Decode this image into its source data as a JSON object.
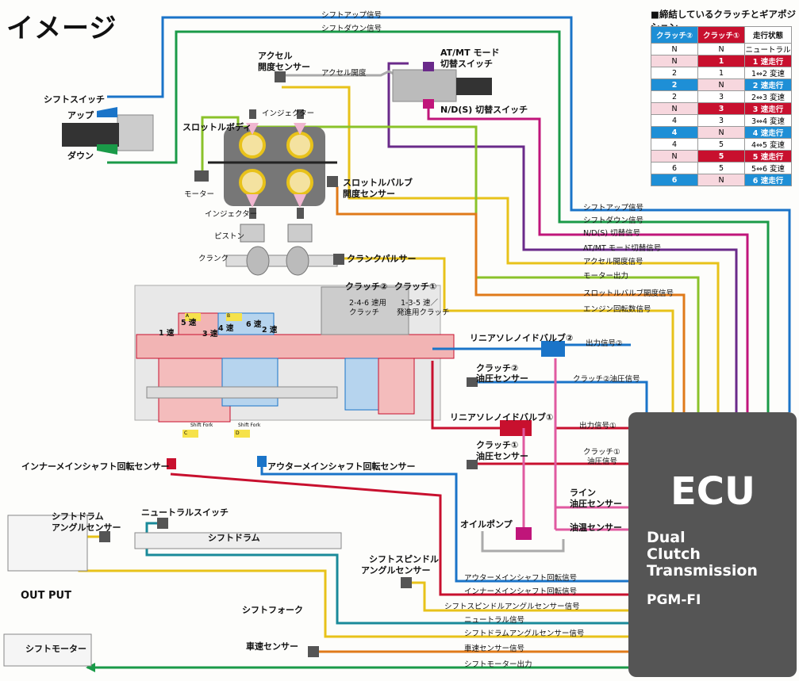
{
  "title": "イメージ",
  "clutch_table": {
    "heading": "■締結しているクラッチとギアポジション",
    "headers": [
      "クラッチ②",
      "クラッチ①",
      "走行状態"
    ],
    "rows": [
      [
        "N",
        "N",
        "ニュートラル"
      ],
      [
        "N",
        "1",
        "1 速走行"
      ],
      [
        "2",
        "1",
        "1⇔2 変速"
      ],
      [
        "2",
        "N",
        "2 速走行"
      ],
      [
        "2",
        "3",
        "2⇔3 変速"
      ],
      [
        "N",
        "3",
        "3 速走行"
      ],
      [
        "4",
        "3",
        "3⇔4 変速"
      ],
      [
        "4",
        "N",
        "4 速走行"
      ],
      [
        "4",
        "5",
        "4⇔5 変速"
      ],
      [
        "N",
        "5",
        "5 速走行"
      ],
      [
        "6",
        "5",
        "5⇔6 変速"
      ],
      [
        "6",
        "N",
        "6 速走行"
      ]
    ]
  },
  "ecu": {
    "title": "ECU",
    "line1": "Dual",
    "line2": "Clutch",
    "line3": "Transmission",
    "sub2": "PGM-FI"
  },
  "components": {
    "shift_switch": "シフトスイッチ",
    "up": "アップ",
    "down": "ダウン",
    "accel_sensor_1": "アクセル",
    "accel_sensor_2": "開度センサー",
    "accel_opening": "アクセル開度",
    "atmt_switch_1": "AT/MT モード",
    "atmt_switch_2": "切替スイッチ",
    "nd_switch": "N/D(S) 切替スイッチ",
    "injector_top": "インジェクター",
    "throttle_body": "スロットルボディ",
    "motor": "モーター",
    "throttle_valve_1": "スロットルバルブ",
    "throttle_valve_2": "開度センサー",
    "injector_bottom": "インジェクター",
    "piston": "ピストン",
    "crank": "クランク",
    "crank_pulser": "クランクパルサー",
    "clutch2": "クラッチ②",
    "clutch1": "クラッチ①",
    "clutch2_desc1": "2-4-6 速用",
    "clutch2_desc2": "クラッチ",
    "clutch1_desc1": "1-3-5 速／",
    "clutch1_desc2": "発進用クラッチ",
    "speed5": "5 速",
    "speed1": "1 速",
    "speed3": "3 速",
    "speed4": "4 速",
    "speed6": "6 速",
    "speed2": "2 速",
    "shift_fork": "Shift Fork",
    "fork_a": "A",
    "fork_b": "B",
    "fork_c": "C",
    "fork_d": "D",
    "linear_solenoid2": "リニアソレノイドバルブ②",
    "clutch2_pressure_1": "クラッチ②",
    "clutch2_pressure_2": "油圧センサー",
    "linear_solenoid1": "リニアソレノイドバルブ①",
    "clutch1_pressure_1": "クラッチ①",
    "clutch1_pressure_2": "油圧センサー",
    "inner_sensor": "インナーメインシャフト回転センサー",
    "outer_sensor": "アウターメインシャフト回転センサー",
    "drum_angle_1": "シフトドラム",
    "drum_angle_2": "アングルセンサー",
    "neutral_switch": "ニュートラルスイッチ",
    "shift_drum": "シフトドラム",
    "spindle_1": "シフトスピンドル",
    "spindle_2": "アングルセンサー",
    "output": "OUT PUT",
    "shift_fork_jp": "シフトフォーク",
    "shift_motor": "シフトモーター",
    "speed_sensor": "車速センサー",
    "oil_pump": "オイルポンプ",
    "line_pressure_1": "ライン",
    "line_pressure_2": "油圧センサー",
    "oil_temp": "油温センサー"
  },
  "signals": {
    "shift_up_top": "シフトアップ信号",
    "shift_down_top": "シフトダウン信号",
    "shift_up": "シフトアップ信号",
    "shift_down": "シフトダウン信号",
    "nd": "N/D(S) 切替信号",
    "atmt": "AT/MT モード切替信号",
    "accel": "アクセル開度信号",
    "motor_out": "モーター出力",
    "throttle": "スロットルバルブ開度信号",
    "engine_rpm": "エンジン回転数信号",
    "out2": "出力信号②",
    "clutch2_pressure": "クラッチ②油圧信号",
    "out1": "出力信号①",
    "clutch1_pressure_1": "クラッチ①",
    "clutch1_pressure_2": "油圧信号",
    "outer_rpm": "アウターメインシャフト回転信号",
    "inner_rpm": "インナーメインシャフト回転信号",
    "spindle": "シフトスピンドルアングルセンサー信号",
    "neutral": "ニュートラル信号",
    "drum_angle": "シフトドラムアングルセンサー信号",
    "speed": "車速センサー信号",
    "motor_output": "シフトモーター出力"
  },
  "colors": {
    "blue": "#1a74c8",
    "green": "#1a9a48",
    "purple": "#6a2a8a",
    "magenta": "#c0157a",
    "yellow": "#e8c21a",
    "orange": "#e07a1a",
    "red": "#c8102e",
    "teal": "#1a8a9a",
    "pink": "#e05aa0",
    "gray": "#9a9a9a"
  }
}
